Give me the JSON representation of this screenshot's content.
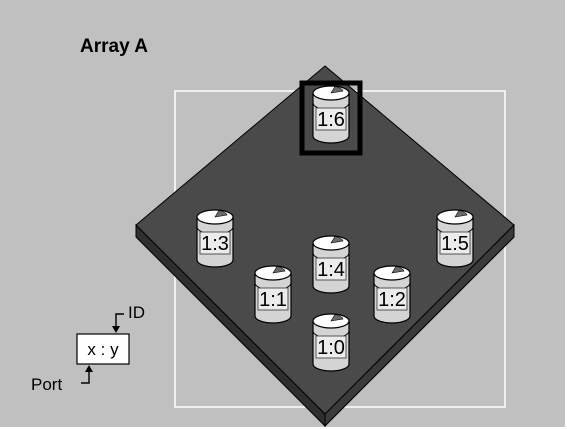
{
  "title": "Array A",
  "legend": {
    "sample_label": "x : y",
    "id_label": "ID",
    "port_label": "Port"
  },
  "disks": [
    {
      "label": "1:6",
      "selected": true
    },
    {
      "label": "1:3",
      "selected": false
    },
    {
      "label": "1:5",
      "selected": false
    },
    {
      "label": "1:4",
      "selected": false
    },
    {
      "label": "1:1",
      "selected": false
    },
    {
      "label": "1:2",
      "selected": false
    },
    {
      "label": "1:0",
      "selected": false
    }
  ],
  "colors": {
    "background": "#c0c0c0",
    "platform_top": "#4a4a4a",
    "platform_left_side": "#2f2f2f",
    "platform_right_side": "#383838",
    "frame": "#ffffff",
    "selection": "#000000",
    "disk_body": "#d4d4d4",
    "disk_label_box": "#ececec"
  }
}
